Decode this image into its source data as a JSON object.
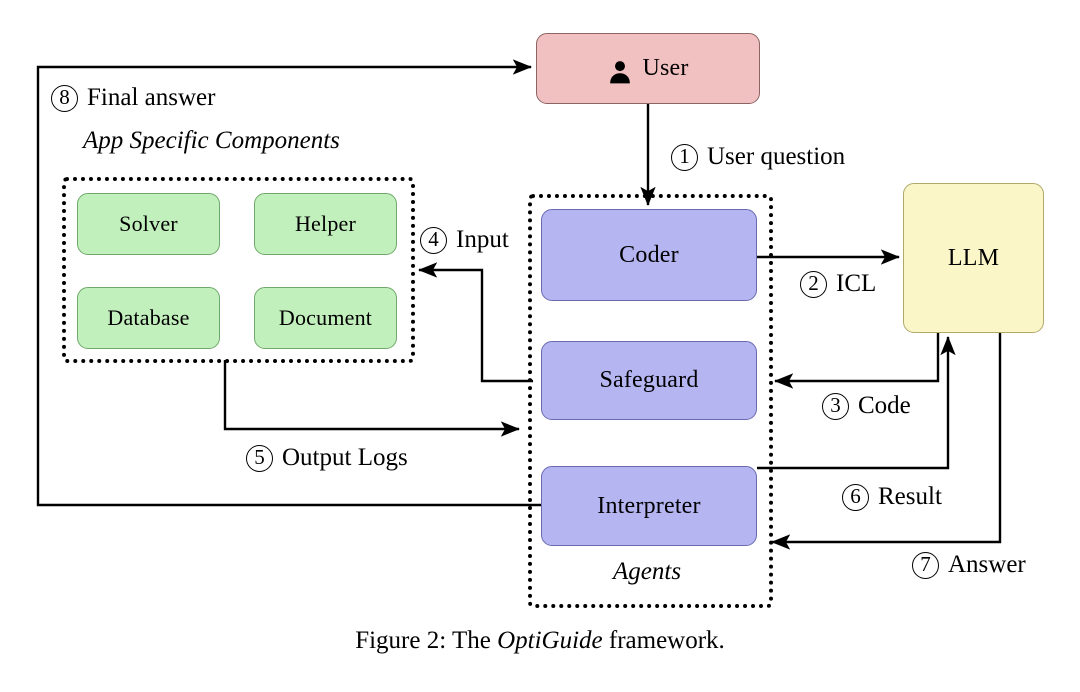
{
  "figure": {
    "caption_prefix": "Figure 2: The ",
    "caption_emphasis": "OptiGuide",
    "caption_suffix": " framework."
  },
  "colors": {
    "user_fill": "#f1c0c0",
    "agent_fill": "#b5b5f2",
    "component_fill": "#c2f0bd",
    "llm_fill": "#faf6c8",
    "stroke": "#000000",
    "background": "#ffffff"
  },
  "nodes": {
    "user": {
      "label": "User",
      "icon": "user-person-icon"
    },
    "llm": {
      "label": "LLM"
    },
    "agents_group_label": "Agents",
    "agents": [
      {
        "id": "coder",
        "label": "Coder"
      },
      {
        "id": "safeguard",
        "label": "Safeguard"
      },
      {
        "id": "interpreter",
        "label": "Interpreter"
      }
    ],
    "components_group_label": "App Specific Components",
    "components": [
      {
        "id": "solver",
        "label": "Solver"
      },
      {
        "id": "helper",
        "label": "Helper"
      },
      {
        "id": "database",
        "label": "Database"
      },
      {
        "id": "document",
        "label": "Document"
      }
    ]
  },
  "steps": [
    {
      "num": "1",
      "label": "User question",
      "from": "user",
      "to": "coder"
    },
    {
      "num": "2",
      "label": "ICL",
      "from": "coder",
      "to": "llm"
    },
    {
      "num": "3",
      "label": "Code",
      "from": "llm",
      "to": "safeguard"
    },
    {
      "num": "4",
      "label": "Input",
      "from": "safeguard",
      "to": "app-specific-components"
    },
    {
      "num": "5",
      "label": "Output Logs",
      "from": "app-specific-components",
      "to": "safeguard"
    },
    {
      "num": "6",
      "label": "Result",
      "from": "interpreter",
      "to": "llm"
    },
    {
      "num": "7",
      "label": "Answer",
      "from": "llm",
      "to": "interpreter"
    },
    {
      "num": "8",
      "label": "Final answer",
      "from": "interpreter",
      "to": "user"
    }
  ]
}
